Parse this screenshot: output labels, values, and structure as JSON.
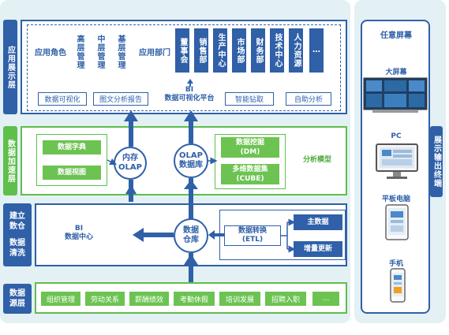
{
  "layers": {
    "app": "应用展示层",
    "accel": "数据加速层",
    "warehouse_top": "建立数仓",
    "warehouse_bottom": "数据清洗",
    "source": "数据源层"
  },
  "app_layer": {
    "role_label": "应用角色",
    "roles": [
      "高层管理",
      "中层管理",
      "基层管理"
    ],
    "dept_label": "应用部门",
    "depts": [
      "董事会",
      "销售部",
      "生产中心",
      "市场部",
      "财务部",
      "技术中心",
      "人力资源",
      "…"
    ],
    "platform_title": "BI\n数据可视化平台",
    "tools": [
      "数据可视化",
      "图文分析报告",
      "智能钻取",
      "自助分析"
    ]
  },
  "accel_layer": {
    "left_items": [
      "数据字典",
      "数据视图"
    ],
    "olap_memory": "内存\nOLAP",
    "olap_db": "OLAP\n数据库",
    "right_items": [
      "数据挖掘\n(DM)",
      "多维数据集\n(CUBE)"
    ],
    "model_label": "分析模型"
  },
  "warehouse_layer": {
    "center": "BI\n数据中心",
    "warehouse": "数据\n仓库",
    "etl": "数据转换\n(ETL)",
    "outputs": [
      "主数据",
      "增量更新"
    ]
  },
  "source_layer": {
    "items": [
      "组织管理",
      "劳动关系",
      "薪酬绩效",
      "考勤休假",
      "培训发展",
      "招聘入职",
      "…"
    ]
  },
  "terminal": {
    "title": "任意屏幕",
    "side_label": "展示输出终端",
    "devices": [
      "大屏幕",
      "PC",
      "平板电脑",
      "手机"
    ]
  },
  "colors": {
    "blue": "#2f60a8",
    "green": "#5fbf4a",
    "panel_bg": "#e3f0f4"
  }
}
